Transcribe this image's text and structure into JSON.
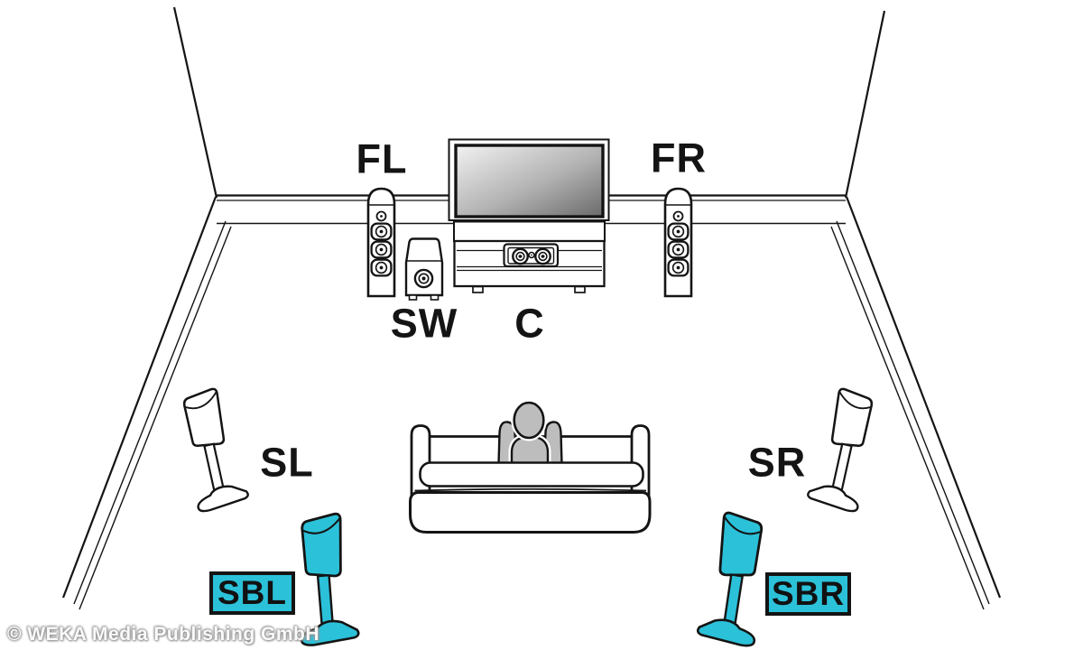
{
  "labels": {
    "front_left": "FL",
    "front_right": "FR",
    "subwoofer": "SW",
    "center": "C",
    "surround_left": "SL",
    "surround_right": "SR",
    "surround_back_left": "SBL",
    "surround_back_right": "SBR"
  },
  "watermark": "© WEKA Media Publishing GmbH",
  "colors": {
    "highlight": "#2BC1D9",
    "line": "#141414",
    "person": "#bdbdbd",
    "screen_light": "#f2f2f2",
    "screen_mid": "#b2b2b2",
    "screen_dark": "#6a6a6a"
  }
}
